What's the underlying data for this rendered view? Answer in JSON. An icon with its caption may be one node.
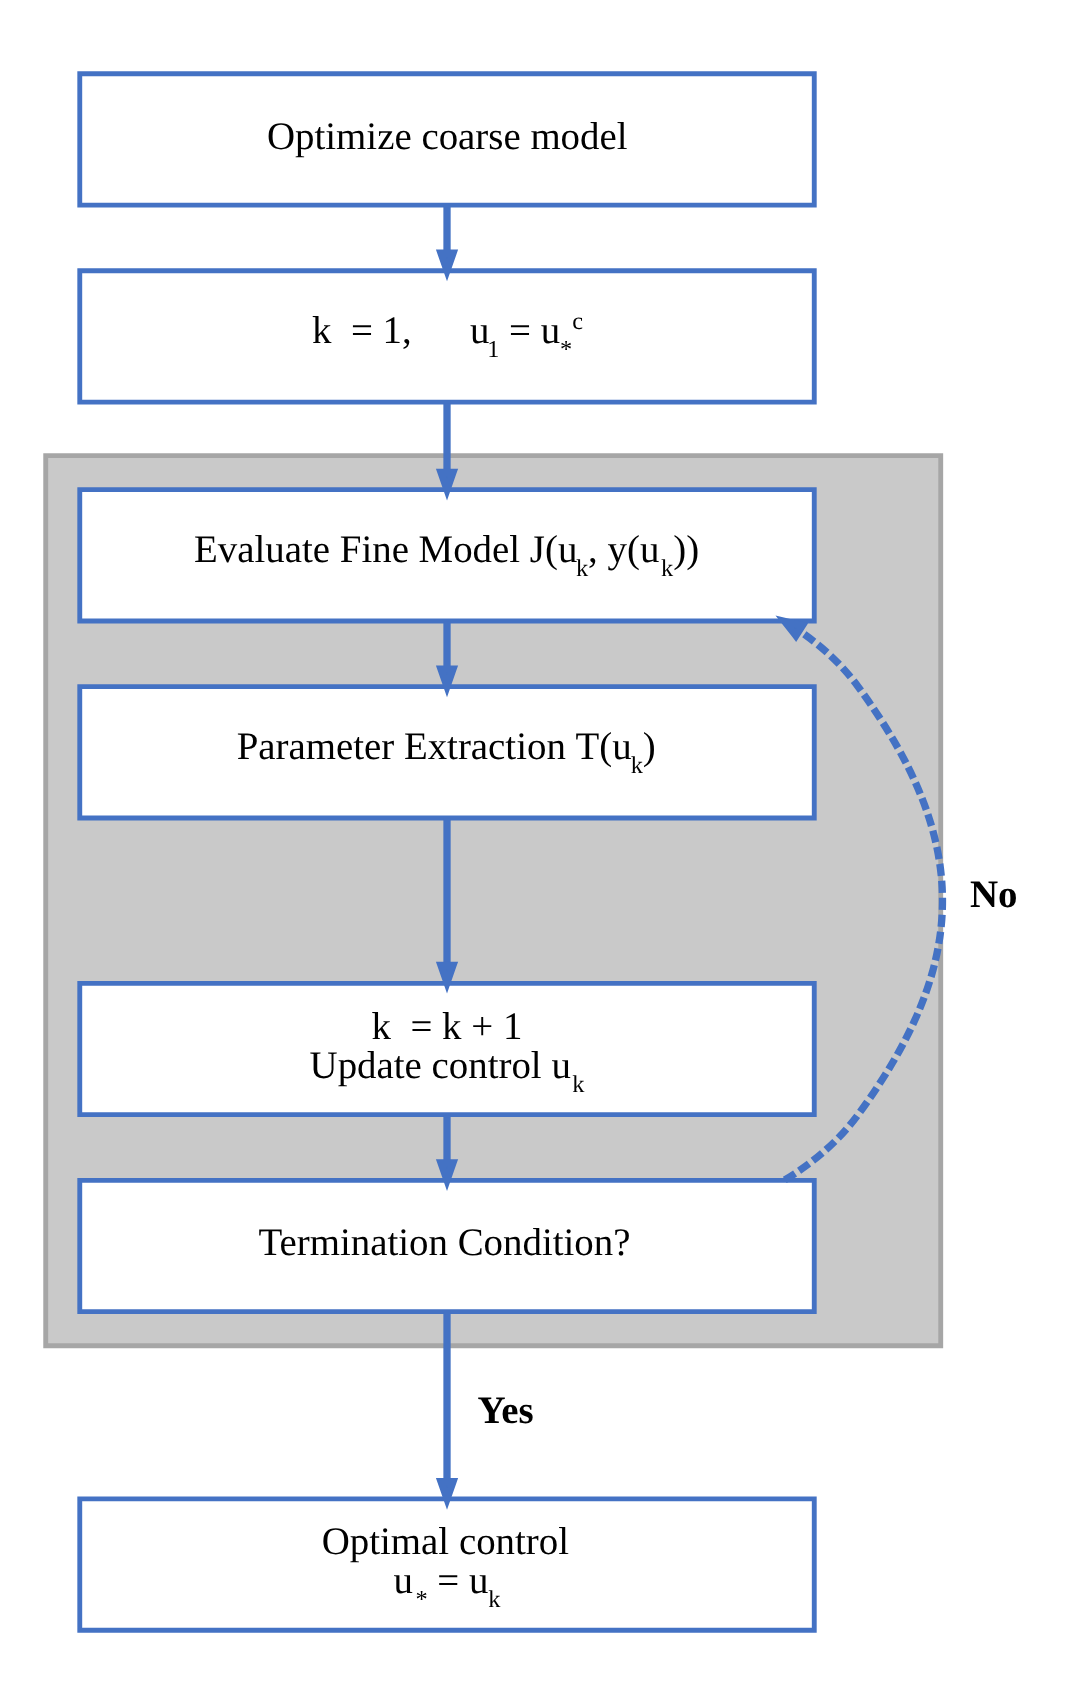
{
  "diagram": {
    "nodes": [
      {
        "text": [
          "Optimize coarse model"
        ]
      },
      {
        "text": [
          "k  = 1,      u$_{1}$ = u$_{*}$$^{c}$"
        ]
      },
      {
        "text": [],
        "shape": "box"
      },
      {
        "text": [
          "Evaluate Fine Model J(u$_{k}$, y(u$_{k}$))"
        ],
        "in": 2
      },
      {
        "text": [
          "Parameter Extraction T(u$_{k}$)"
        ],
        "in": 2
      },
      {
        "text": [
          "k  = k + 1",
          "Update control u$_{k}$"
        ],
        "in": 2
      },
      {
        "text": [
          "Termination Condition?"
        ],
        "in": 2
      },
      {
        "text": [
          "Optimal control",
          "u$_{*}$ = u$_{k}$"
        ]
      }
    ],
    "edges": [
      {
        "from": 0,
        "to": 1,
        "arrow": "to"
      },
      {
        "from": 1,
        "to": 3,
        "arrow": "to"
      },
      {
        "from": 3,
        "to": 4,
        "arrow": "to"
      },
      {
        "from": 4,
        "to": 5,
        "arrow": "to"
      },
      {
        "from": 5,
        "to": 6,
        "arrow": "to"
      },
      {
        "from": 6,
        "to": 7,
        "arrow": "to",
        "label": "Yes"
      },
      {
        "from": 6,
        "to": 3,
        "arrow": "to",
        "label": "No",
        "style": "dashed"
      }
    ]
  }
}
